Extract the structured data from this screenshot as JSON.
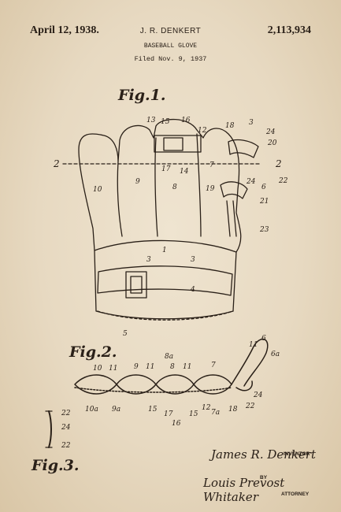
{
  "header": {
    "date": "April 12, 1938.",
    "inventor_name": "J. R. DENKERT",
    "patent_number": "2,113,934",
    "title": "BASEBALL GLOVE",
    "filed": "Filed Nov. 9, 1937"
  },
  "figures": {
    "fig1": "Fig.1.",
    "fig2": "Fig.2.",
    "fig3": "Fig.3."
  },
  "fig1_labels": {
    "l13": "13",
    "l15": "15",
    "l16": "16",
    "l12a": "12",
    "l18": "18",
    "l3": "3",
    "l24a": "24",
    "l20a": "20",
    "l2a": "2",
    "l2b": "2",
    "l10": "10",
    "l9": "9",
    "l8": "8",
    "l17": "17",
    "l14": "14",
    "l7": "7",
    "l19": "19",
    "l24b": "24",
    "l6": "6",
    "l22": "22",
    "l21": "21",
    "l23": "23",
    "l1": "1",
    "l3a": "3",
    "l3b": "3",
    "l4": "4",
    "l5": "5"
  },
  "fig2_labels": {
    "l8a": "8a",
    "l6a": "6a",
    "l11a": "11",
    "l6": "6",
    "l10": "10",
    "l11b": "11",
    "l9": "9",
    "l11c": "11",
    "l8": "8",
    "l11d": "11",
    "l7": "7",
    "l10a": "10a",
    "l9a": "9a",
    "l15a": "15",
    "l17": "17",
    "l15b": "15",
    "l12": "12",
    "l7a": "7a",
    "l18": "18",
    "l22": "22",
    "l24": "24",
    "l16": "16"
  },
  "fig3_labels": {
    "l22a": "22",
    "l24": "24",
    "l22b": "22"
  },
  "signatures": {
    "inventor_signature": "James R. Denkert",
    "attorney_signature": "Louis Prevost Whitaker",
    "inventor_caption": "INVENTOR",
    "by_caption": "BY",
    "attorney_caption": "ATTORNEY"
  },
  "colors": {
    "paper": "#e9dcc6",
    "ink": "#2a2018"
  }
}
